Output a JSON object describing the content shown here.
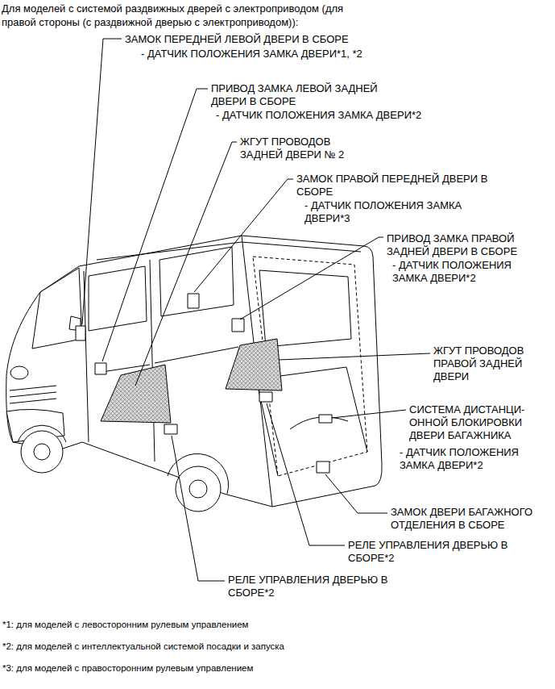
{
  "diagram": {
    "title": "Для моделей с системой раздвижных дверей с электроприводом (для правой стороны (с раздвижной дверью с электроприводом)):",
    "labels": [
      "ЗАМОК ПЕРЕДНЕЙ ЛЕВОЙ ДВЕРИ В СБОРЕ",
      "- ДАТЧИК ПОЛОЖЕНИЯ ЗАМКА ДВЕРИ*1, *2",
      "ПРИВОД ЗАМКА ЛЕВОЙ ЗАДНЕЙ ДВЕРИ В СБОРЕ",
      "- ДАТЧИК ПОЛОЖЕНИЯ ЗАМКА ДВЕРИ*2",
      "ЖГУТ ПРОВОДОВ ЗАДНЕЙ ДВЕРИ № 2",
      "ЗАМОК ПРАВОЙ ПЕРЕДНЕЙ ДВЕРИ В СБОРЕ",
      "- ДАТЧИК ПОЛОЖЕНИЯ ЗАМКА ДВЕРИ*3",
      "ПРИВОД ЗАМКА ПРАВОЙ ЗАДНЕЙ ДВЕРИ В СБОРЕ",
      "- ДАТЧИК ПОЛОЖЕНИЯ ЗАМКА ДВЕРИ*2",
      "ЖГУТ ПРОВОДОВ ПРАВОЙ ЗАДНЕЙ ДВЕРИ",
      "СИСТЕМА ДИСТАНЦИ- ОННОЙ БЛОКИРОВКИ ДВЕРИ БАГАЖНИКА",
      "- ДАТЧИК ПОЛОЖЕНИЯ ЗАМКА ДВЕРИ*2",
      "ЗАМОК ДВЕРИ БАГАЖНОГО ОТДЕЛЕНИЯ В СБОРЕ",
      "РЕЛЕ УПРАВЛЕНИЯ ДВЕРЬЮ В СБОРЕ*2",
      "РЕЛЕ УПРАВЛЕНИЯ ДВЕРЬЮ В СБОРЕ*2",
      "*1: для моделей с левосторонним рулевым управлением",
      "*2: для моделей с интеллектуальной системой посадки и запуска",
      "*3: для моделей с правосторонним рулевым управлением"
    ]
  }
}
